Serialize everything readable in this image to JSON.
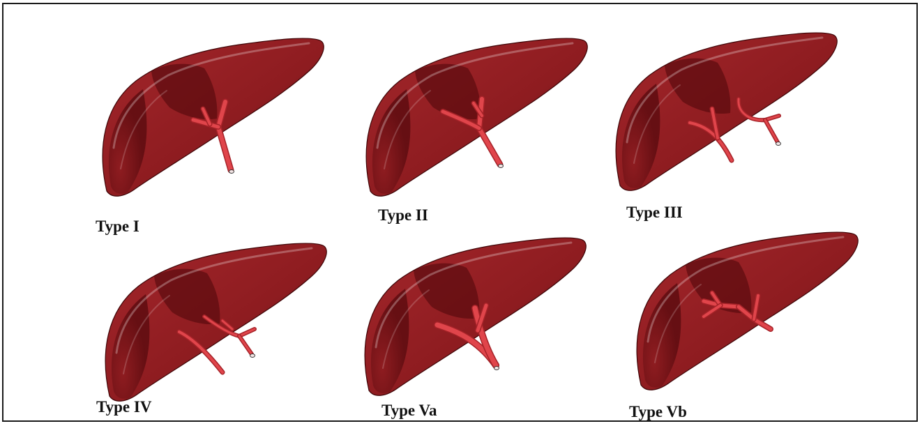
{
  "colors": {
    "frame": "#1a1a1a",
    "liver_light": "#a3262b",
    "liver_mid": "#8e1c20",
    "liver_dark": "#5e0c10",
    "caudate": "#4a0609",
    "vessel": "#e0454b",
    "vessel_edge": "#a52228",
    "label_text": "#111111"
  },
  "panels": [
    {
      "id": "type-1",
      "label": "Type I",
      "vessel_variant": "single-trunk"
    },
    {
      "id": "type-2",
      "label": "Type II",
      "vessel_variant": "single-trunk-short"
    },
    {
      "id": "type-3",
      "label": "Type III",
      "vessel_variant": "two-separate"
    },
    {
      "id": "type-4",
      "label": "Type IV",
      "vessel_variant": "two-separate-crossing"
    },
    {
      "id": "type-5a",
      "label": "Type Va",
      "vessel_variant": "double-trunk"
    },
    {
      "id": "type-5b",
      "label": "Type Vb",
      "vessel_variant": "short-bifurcation"
    }
  ]
}
